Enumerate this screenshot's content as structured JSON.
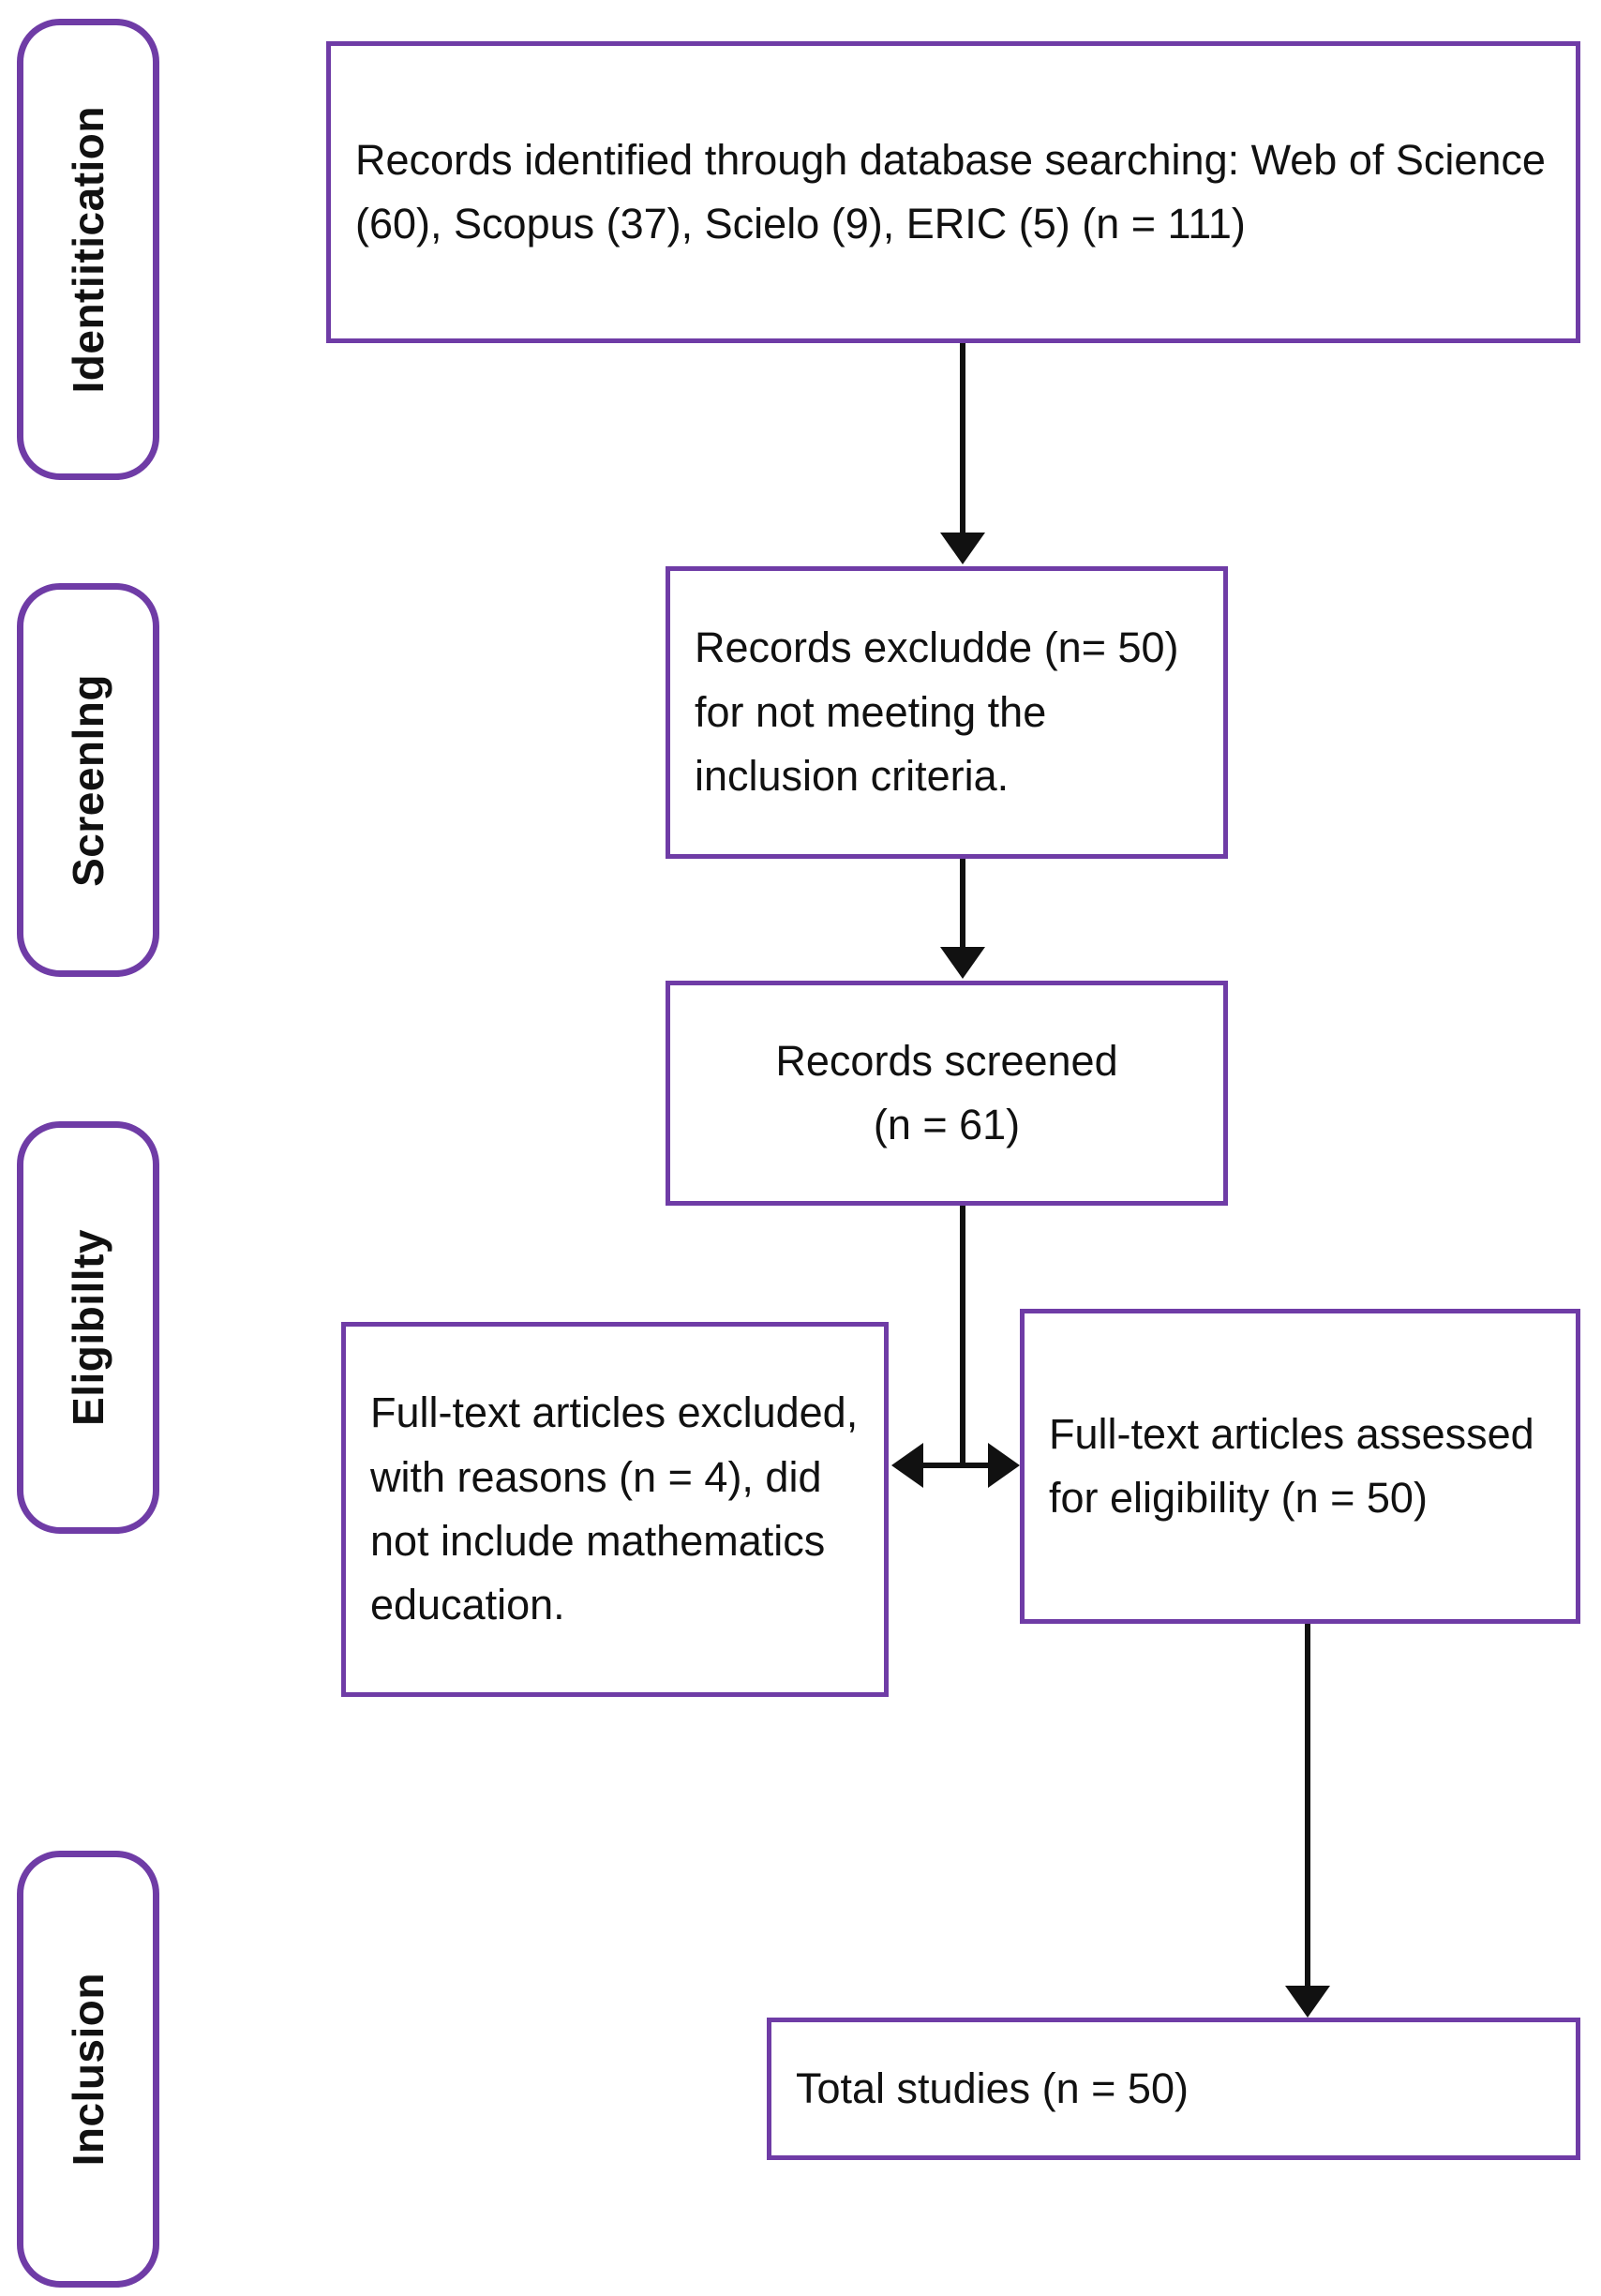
{
  "diagram": {
    "type": "prisma-flow-diagram",
    "accent_color": "#6F3CA6",
    "text_color": "#111111",
    "arrow_color": "#111111",
    "background_color": "#FFFFFF"
  },
  "phases": [
    {
      "label": "Identiitication"
    },
    {
      "label": "Screenlng"
    },
    {
      "label": "Eligibillty"
    },
    {
      "label": "Inclusion"
    }
  ],
  "nodes": {
    "identified": {
      "text": "Records identified through  database searching: Web of Science (60), Scopus (37), Scielo (9), ERIC (5) (n = 111)"
    },
    "excluded_screening": {
      "text": "Records excludde (n= 50) for not meeting the inclusion criteria."
    },
    "screened": {
      "text": "Records screened\n(n = 61)"
    },
    "fulltext_excluded": {
      "text": "Full-text articles excluded, with reasons (n = 4), did not include mathematics education."
    },
    "fulltext_assessed": {
      "text": "Full-text articles assessed for eligibility (n = 50)"
    },
    "total_studies": {
      "text": "Total studies (n = 50)"
    }
  },
  "chart_data": {
    "type": "diagram",
    "title": "PRISMA flow diagram",
    "stages": [
      "Identiitication",
      "Screenlng",
      "Eligibillty",
      "Inclusion"
    ],
    "counts": {
      "records_identified_total": 111,
      "web_of_science": 60,
      "scopus": 37,
      "scielo": 9,
      "eric": 5,
      "records_excluded": 50,
      "records_screened": 61,
      "fulltext_assessed": 50,
      "fulltext_excluded": 4,
      "total_studies": 50
    }
  }
}
